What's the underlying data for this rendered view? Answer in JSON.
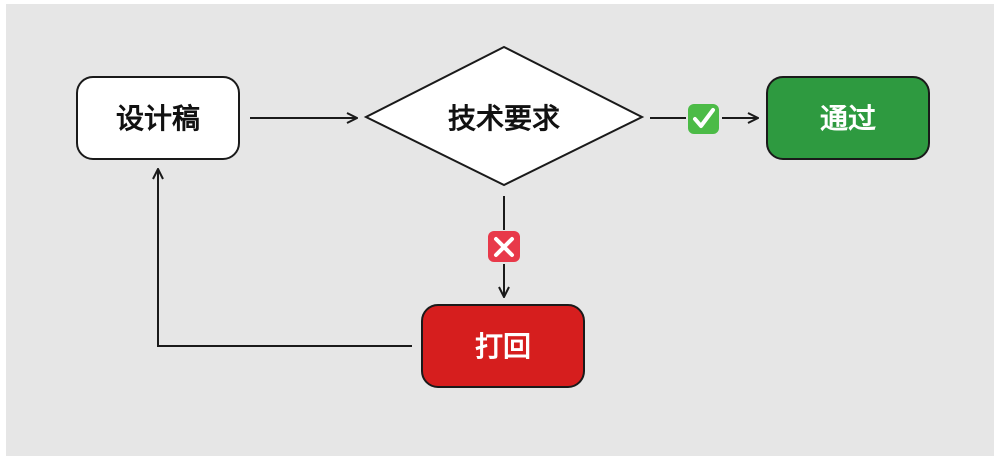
{
  "nodes": {
    "draft": {
      "label": "设计稿",
      "fill": "#ffffff",
      "text_color": "#111111"
    },
    "requirement": {
      "label": "技术要求",
      "fill": "#ffffff",
      "text_color": "#111111"
    },
    "pass": {
      "label": "通过",
      "fill": "#2e9a40",
      "text_color": "#ffffff"
    },
    "reject": {
      "label": "打回",
      "fill": "#d61e1e",
      "text_color": "#ffffff"
    }
  },
  "edges": {
    "yes_marker": {
      "icon": "check-mark-icon",
      "color": "#4cbb47"
    },
    "no_marker": {
      "icon": "cross-mark-icon",
      "color": "#e8394a"
    }
  }
}
